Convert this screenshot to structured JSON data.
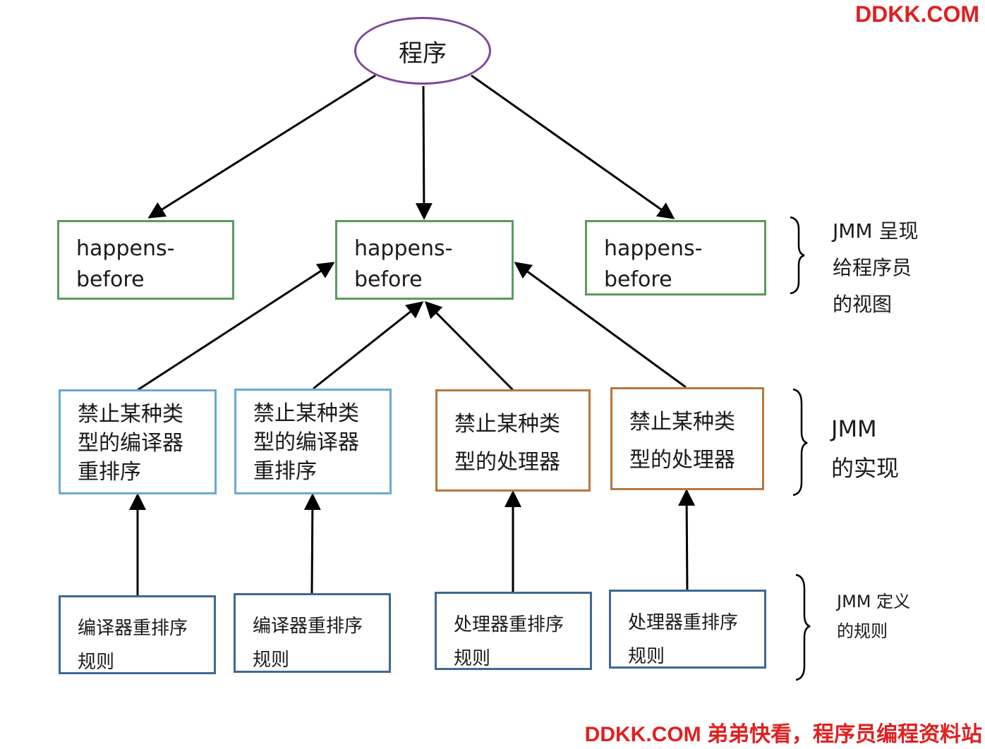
{
  "root": {
    "label": "程序"
  },
  "happens_before": [
    {
      "label": "happens-\nbefore"
    },
    {
      "label": "happens-\nbefore"
    },
    {
      "label": "happens-\nbefore"
    }
  ],
  "implementation": [
    {
      "label": "禁止某种类\n型的编译器\n重排序"
    },
    {
      "label": "禁止某种类\n型的编译器\n重排序"
    },
    {
      "label": "禁止某种类\n型的处理器"
    },
    {
      "label": "禁止某种类\n型的处理器"
    }
  ],
  "rules": [
    {
      "label": "编译器重排序\n规则"
    },
    {
      "label": "编译器重排序\n规则"
    },
    {
      "label": "处理器重排序\n规则"
    },
    {
      "label": "处理器重排序\n规则"
    }
  ],
  "side_labels": {
    "programmer_view": "JMM 呈现\n给程序员\n的视图",
    "implementation": "JMM\n的实现",
    "definition": "JMM 定义\n的规则"
  },
  "watermark": {
    "top": "DDKK.COM",
    "bottom": "DDKK.COM 弟弟快看，程序员编程资料站"
  },
  "colors": {
    "happens_before_border": "#5b9a5d",
    "compiler_border": "#6aaad4",
    "processor_border": "#b8763d",
    "rule_border": "#3f6795",
    "root_border": "#7b4a9a",
    "watermark": "#e02020"
  }
}
